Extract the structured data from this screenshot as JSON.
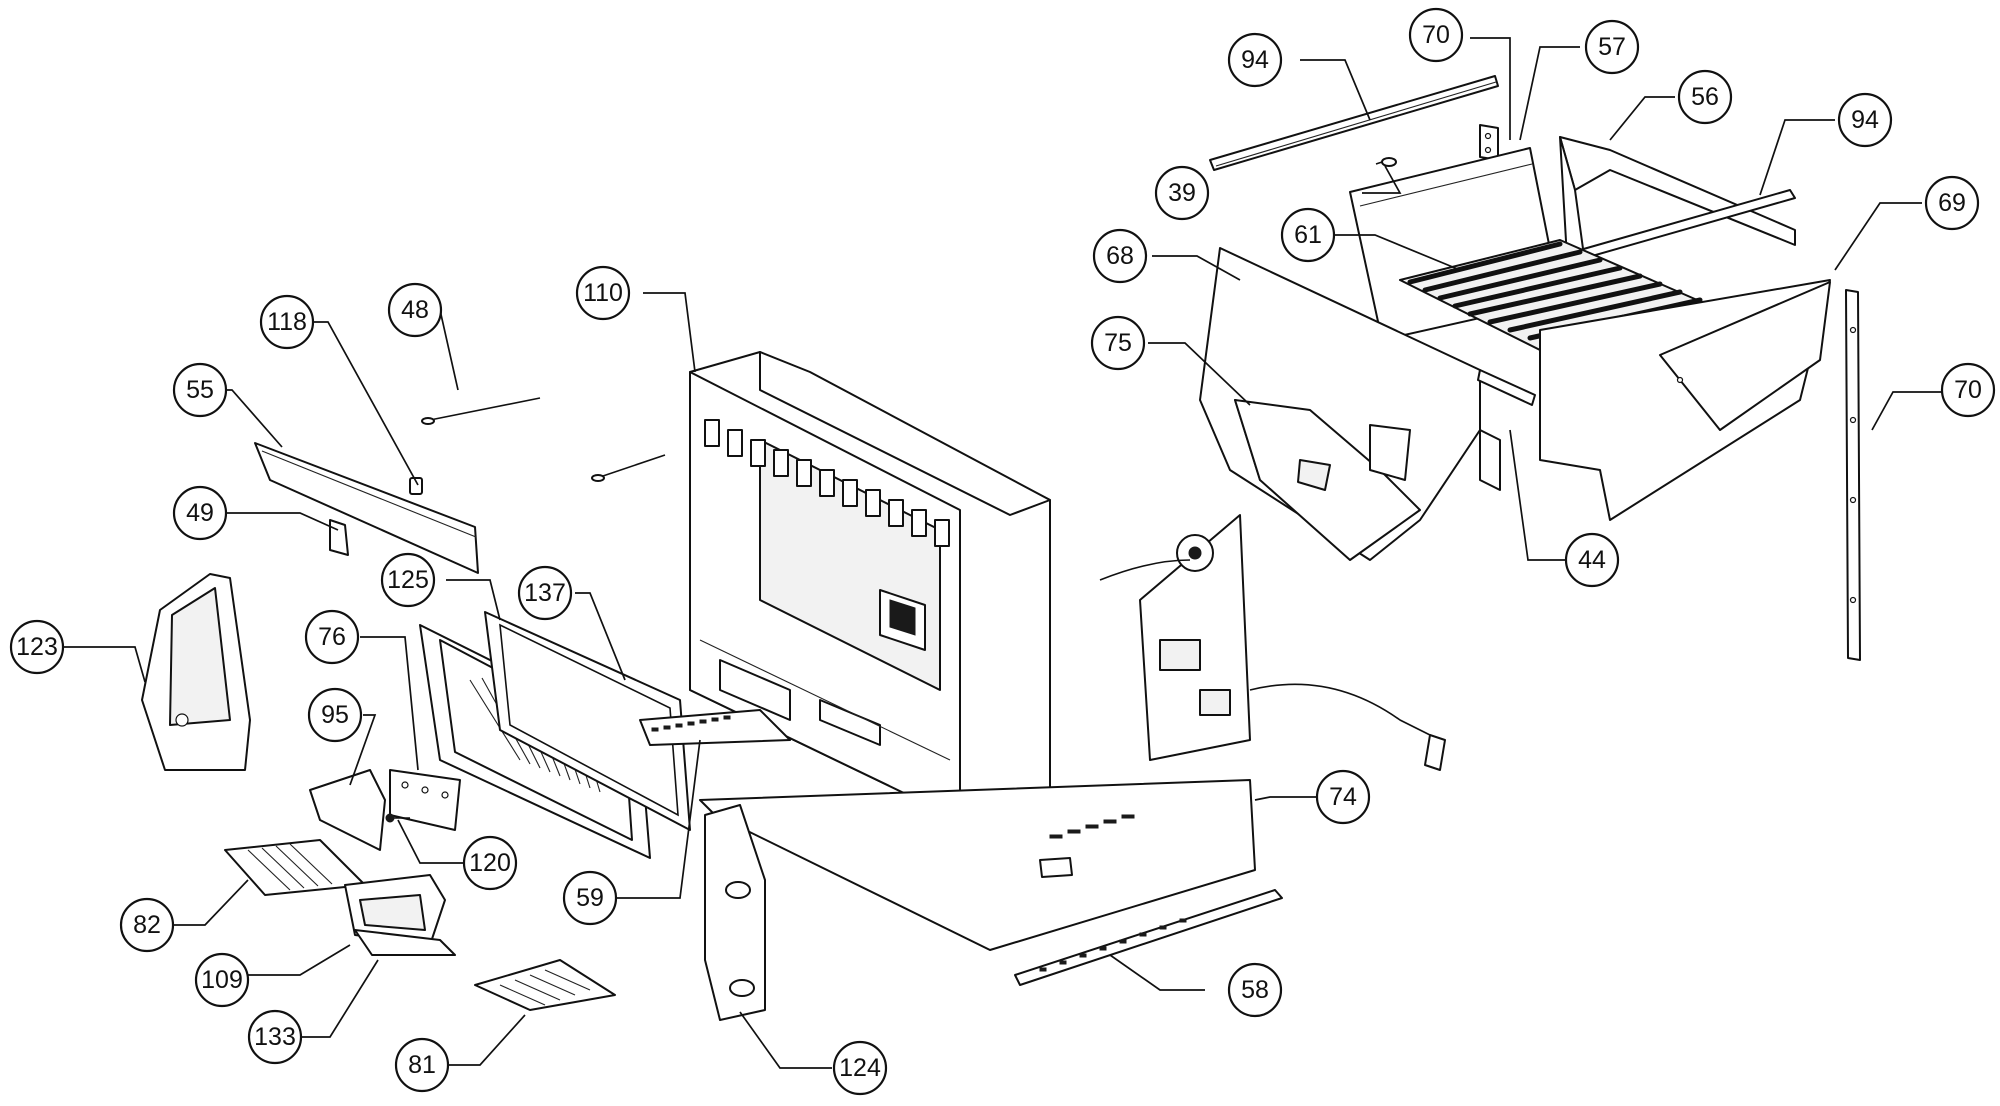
{
  "callouts": [
    {
      "id": "94a",
      "label": "94"
    },
    {
      "id": "70a",
      "label": "70"
    },
    {
      "id": "57",
      "label": "57"
    },
    {
      "id": "56",
      "label": "56"
    },
    {
      "id": "94b",
      "label": "94"
    },
    {
      "id": "39",
      "label": "39"
    },
    {
      "id": "69",
      "label": "69"
    },
    {
      "id": "61",
      "label": "61"
    },
    {
      "id": "68",
      "label": "68"
    },
    {
      "id": "75",
      "label": "75"
    },
    {
      "id": "70b",
      "label": "70"
    },
    {
      "id": "44",
      "label": "44"
    },
    {
      "id": "110",
      "label": "110"
    },
    {
      "id": "118",
      "label": "118"
    },
    {
      "id": "48",
      "label": "48"
    },
    {
      "id": "55",
      "label": "55"
    },
    {
      "id": "49",
      "label": "49"
    },
    {
      "id": "125",
      "label": "125"
    },
    {
      "id": "137",
      "label": "137"
    },
    {
      "id": "123",
      "label": "123"
    },
    {
      "id": "76",
      "label": "76"
    },
    {
      "id": "95",
      "label": "95"
    },
    {
      "id": "74",
      "label": "74"
    },
    {
      "id": "120",
      "label": "120"
    },
    {
      "id": "59",
      "label": "59"
    },
    {
      "id": "82",
      "label": "82"
    },
    {
      "id": "109",
      "label": "109"
    },
    {
      "id": "58",
      "label": "58"
    },
    {
      "id": "133",
      "label": "133"
    },
    {
      "id": "81",
      "label": "81"
    },
    {
      "id": "124",
      "label": "124"
    }
  ]
}
